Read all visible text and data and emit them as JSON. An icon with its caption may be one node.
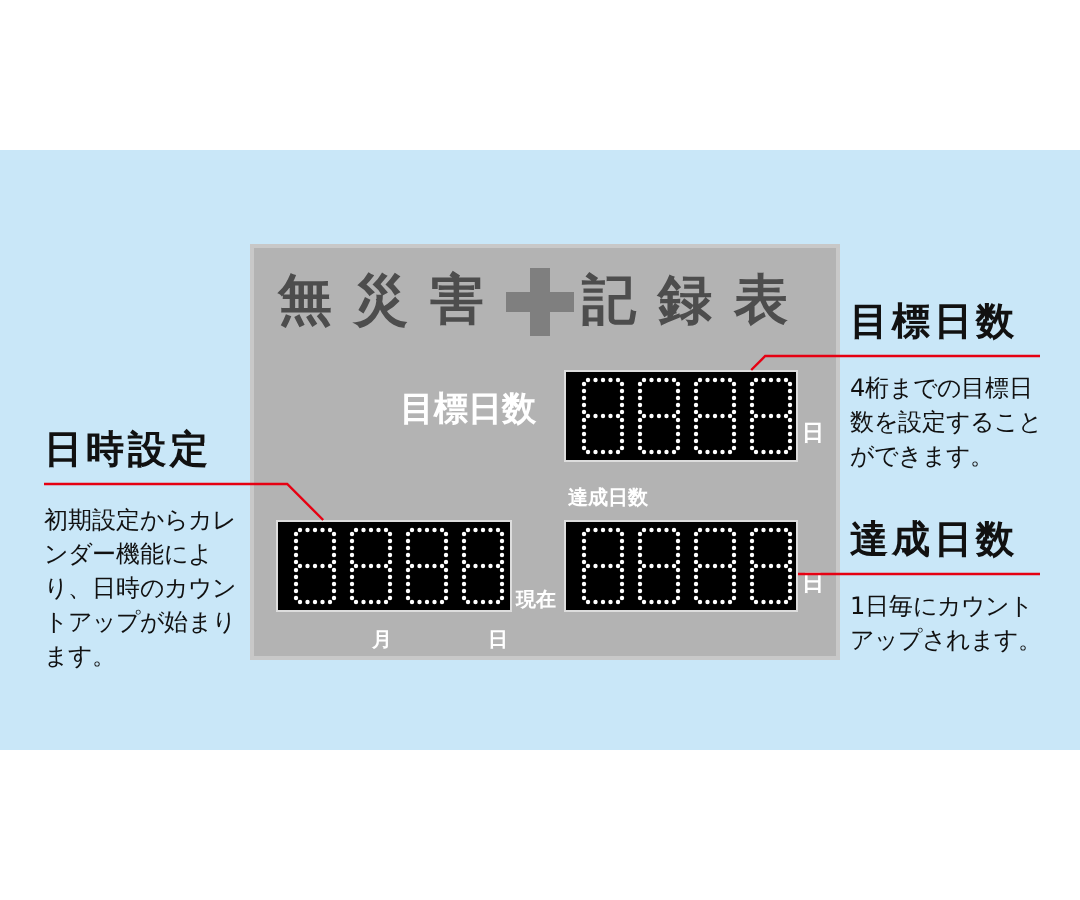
{
  "diagram": {
    "nodes": [
      {
        "text": [
          "無災害",
          "記録表"
        ]
      },
      {
        "text": [],
        "shape": "box",
        "in": 0,
        "beside": [
          "目標日数",
          "日"
        ]
      },
      {
        "text": [],
        "shape": "box",
        "in": 0,
        "beside": [
          "現在",
          "月",
          "日"
        ]
      },
      {
        "text": [],
        "shape": "box",
        "in": 0,
        "beside": [
          "達成日数",
          "日"
        ]
      },
      {
        "text": [
          "日時設定",
          "初期設定からカレンダー機能により、日時のカウントアップが始まります。"
        ]
      },
      {
        "text": [
          "目標日数",
          "4桁までの目標日数を設定することができます。"
        ]
      },
      {
        "text": [
          "達成日数",
          "1日毎にカウントアップされます。"
        ]
      }
    ],
    "edges": [
      {
        "from": 4,
        "to": 2,
        "arrow": "none"
      },
      {
        "from": 5,
        "to": 1,
        "arrow": "none"
      },
      {
        "from": 6,
        "to": 3,
        "arrow": "none"
      }
    ]
  }
}
